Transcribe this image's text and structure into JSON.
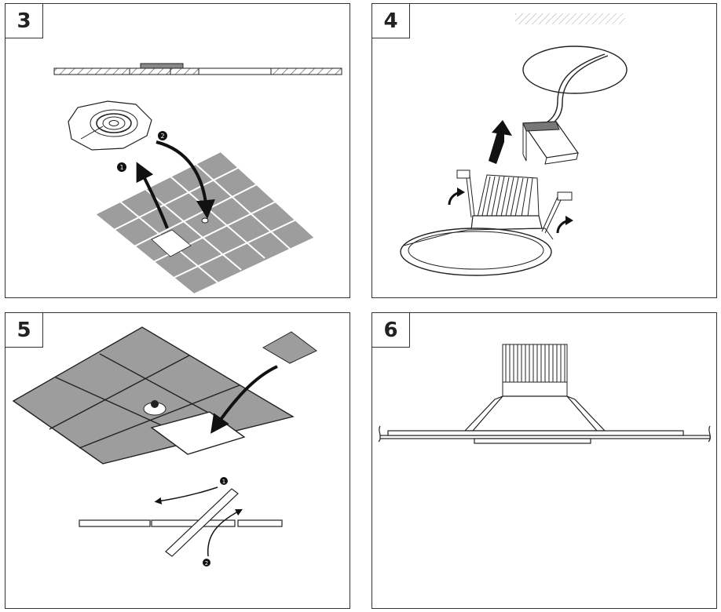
{
  "steps": [
    {
      "number": "3",
      "markers": [
        "1",
        "2"
      ]
    },
    {
      "number": "4"
    },
    {
      "number": "5",
      "markers": [
        "1",
        "2"
      ]
    },
    {
      "number": "6"
    }
  ],
  "colors": {
    "tile": "#9d9d9d",
    "line": "#222222",
    "hatch": "#555555"
  }
}
